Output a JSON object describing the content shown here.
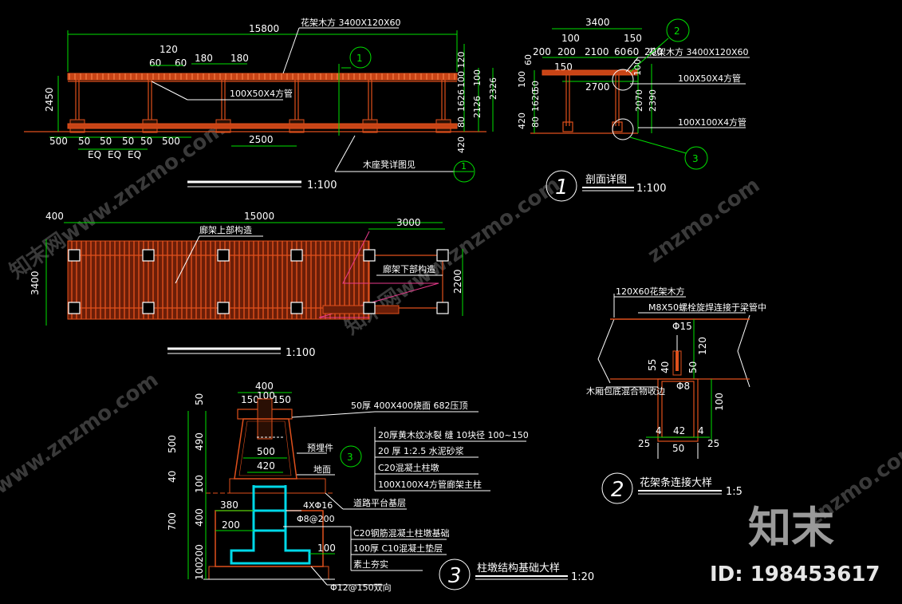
{
  "drawing": {
    "elevation": {
      "dims": {
        "total": "15800",
        "h2450": "2450",
        "d120": "120",
        "d60a": "60",
        "d60b": "60",
        "d180a": "180",
        "d180b": "180",
        "d500a": "500",
        "d50a": "50",
        "d50b": "50",
        "d50c": "50",
        "d500b": "500",
        "eq1": "EQ",
        "eq2": "EQ",
        "eq3": "EQ",
        "d2500": "2500",
        "r100_120": "100 120",
        "r100": "100",
        "r2326": "2326",
        "r1626": "1626",
        "r2126": "2126",
        "r80": "80",
        "r420": "420"
      },
      "notes": {
        "beam": "花架木方  3400X120X60",
        "tube": "100X50X4方管",
        "seat": "木座凳详图见"
      },
      "callout": "1",
      "callout2": "1",
      "scale": "1:100"
    },
    "section": {
      "dims": {
        "w3400": "3400",
        "d100": "100",
        "d150": "150",
        "d200a": "200",
        "d200b": "200",
        "d2100": "2100",
        "d60a": "60",
        "d60b": "60",
        "d200c": "200",
        "d150b": "150",
        "d2700": "2700",
        "l100": "100",
        "l50": "50",
        "l1620": "1620",
        "l420": "420",
        "l80": "80",
        "r100": "100",
        "r2070": "2070",
        "r2390": "2390",
        "l60": "60"
      },
      "notes": {
        "beam": "花架木方  3400X120X60",
        "tube1": "100X50X4方管",
        "tube2": "100X100X4方管"
      },
      "callout2": "2",
      "callout3": "3",
      "title_num": "1",
      "title": "剖面详图",
      "scale": "1:100"
    },
    "plan": {
      "dims": {
        "d400": "400",
        "d15000": "15000",
        "d3000": "3000",
        "h3400": "3400",
        "h2200": "2200"
      },
      "notes": {
        "upper": "廊架上部构造",
        "lower": "廊架下部构造"
      },
      "scale": "1:100"
    },
    "detail2": {
      "notes": {
        "beam": "120X60花架木方",
        "bolt": "M8X50螺栓旋焊连接于梁管中",
        "wood": "木厢包底混合物收边"
      },
      "dims": {
        "phi15": "Φ15",
        "d120": "120",
        "d55": "55",
        "d40": "40",
        "d50": "50",
        "phi8": "Φ8",
        "d100": "100",
        "d4a": "4",
        "d42": "42",
        "d4b": "4",
        "d25a": "25",
        "d50b": "50",
        "d25b": "25"
      },
      "title_num": "2",
      "title": "花架条连接大样",
      "scale": "1:5"
    },
    "detail3": {
      "dims": {
        "d400": "400",
        "d150a": "150",
        "d100": "100",
        "d150b": "150",
        "d50": "50",
        "d490": "490",
        "d500": "500",
        "d40": "40",
        "d100b": "100",
        "d700": "700",
        "d400b": "400",
        "d200": "200",
        "d100c": "100",
        "d500c": "500",
        "d420": "420",
        "d380": "380",
        "d200b": "200",
        "d100d": "100"
      },
      "notes": {
        "cap": "50厚 400X400烧面 682压顶",
        "tile": "20厚黄木纹冰裂   缝    10块径  100~150",
        "mortar": "20 厚 1:2.5  水泥砂浆",
        "c20": "C20混凝土柱墩",
        "tube": "100X100X4方管廊架主柱",
        "embed": "预埋件",
        "ground": "地面",
        "platform": "道路平台基层",
        "rebar": "4XΦ16",
        "stirrup": "Φ8@200",
        "c20f": "C20钢筋混凝土柱墩基础",
        "c10": "100厚 C10混凝土垫层",
        "soil": "素土夯实",
        "bottom": "Φ12@150双向"
      },
      "callout3": "3",
      "title_num": "3",
      "title": "柱墩结构基础大样",
      "scale": "1:20"
    },
    "watermarks": [
      "知末网www.znzmo.com",
      "www.znzmo.com",
      "znzmo.com"
    ],
    "brand": "知末",
    "id_label": "ID: 198453617"
  }
}
